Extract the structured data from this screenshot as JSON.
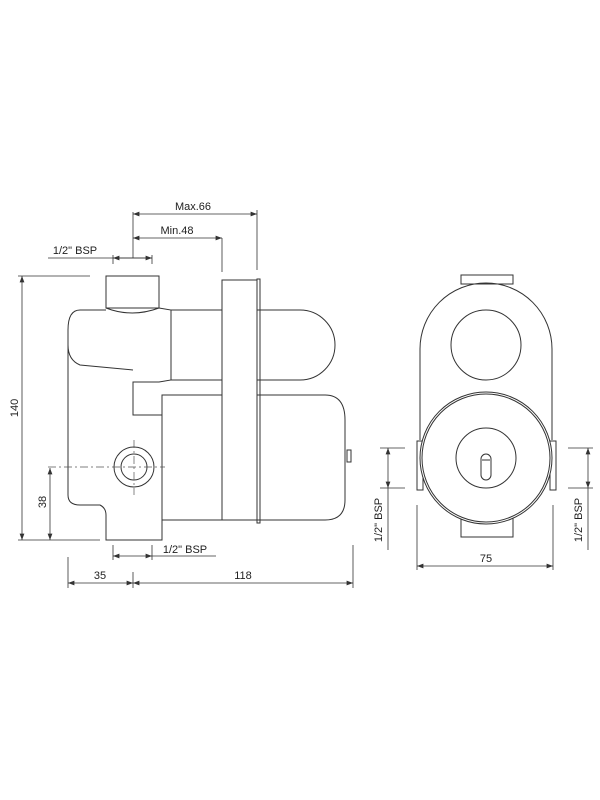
{
  "side_view": {
    "max_depth": "Max.66",
    "min_depth": "Min.48",
    "top_inlet": "1/2\" BSP",
    "bottom_inlet": "1/2\" BSP",
    "height": "140",
    "inlet_height": "38",
    "left_width": "35",
    "right_width": "118"
  },
  "front_view": {
    "left_port": "1/2\" BSP",
    "right_port": "1/2\" BSP",
    "width": "75"
  }
}
